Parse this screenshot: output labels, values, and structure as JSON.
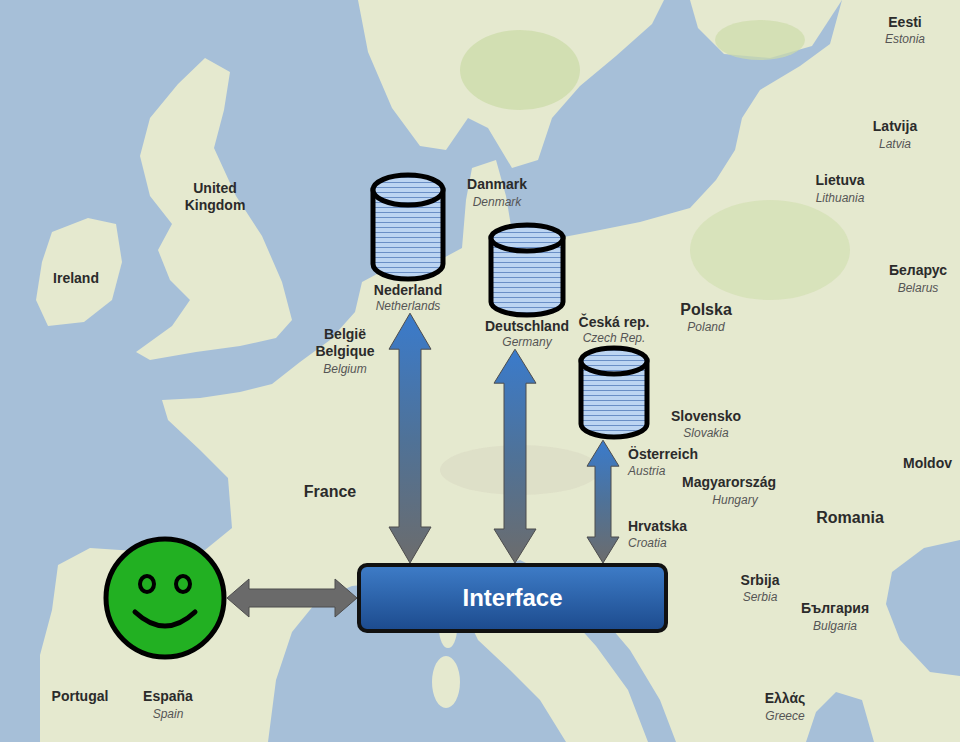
{
  "diagram": {
    "nodes": [
      {
        "text": [
          "Nederland",
          "Netherlands"
        ]
      },
      {
        "text": [
          "Deutschland",
          "Germany"
        ]
      },
      {
        "text": [
          "Česká rep.",
          "Czech Rep."
        ]
      },
      {
        "text": []
      },
      {
        "text": [
          "Interface"
        ]
      }
    ],
    "edges": [
      {
        "from": 3,
        "to": 4,
        "arrow": "both"
      },
      {
        "from": 4,
        "to": 0,
        "arrow": "both"
      },
      {
        "from": 4,
        "to": 1,
        "arrow": "both"
      },
      {
        "from": 4,
        "to": 2,
        "arrow": "both"
      }
    ],
    "labels": [
      "Eesti",
      "Estonia",
      "Latvija",
      "Latvia",
      "Lietuva",
      "Lithuania",
      "United Kingdom",
      "Danmark",
      "Denmark",
      "Ireland",
      "Беларус",
      "Belarus",
      "Polska",
      "Poland",
      "België Belgique",
      "Belgium",
      "France",
      "Slovensko",
      "Slovakia",
      "Österreich",
      "Austria",
      "Magyarország",
      "Hungary",
      "Moldov",
      "Romania",
      "Hrvatska",
      "Croatia",
      "Srbija",
      "Serbia",
      "България",
      "Bulgaria",
      "Portugal",
      "España",
      "Spain",
      "Ελλάς",
      "Greece"
    ]
  }
}
